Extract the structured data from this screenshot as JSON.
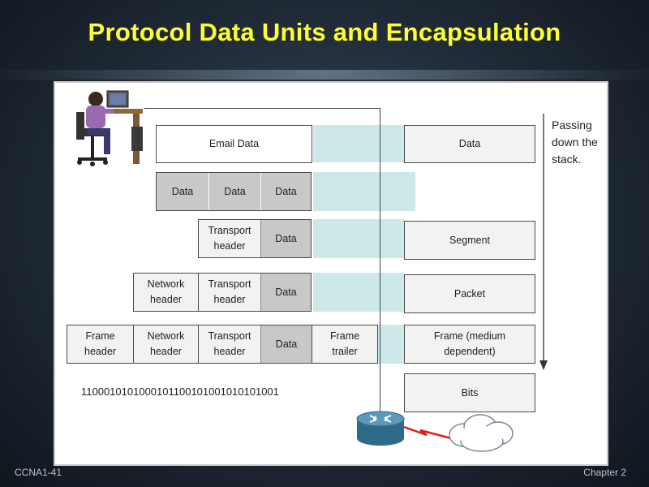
{
  "title": "Protocol Data Units and Encapsulation",
  "footer": {
    "left": "CCNA1-41",
    "right": "Chapter 2"
  },
  "diagram": {
    "row1": {
      "email_data": "Email Data"
    },
    "row2": {
      "cells": [
        "Data",
        "Data",
        "Data"
      ]
    },
    "row3": {
      "transport_header": "Transport\nheader",
      "data": "Data"
    },
    "row4": {
      "network_header": "Network\nheader",
      "transport_header": "Transport\nheader",
      "data": "Data"
    },
    "row5": {
      "frame_header": "Frame\nheader",
      "network_header": "Network\nheader",
      "transport_header": "Transport\nheader",
      "data": "Data",
      "frame_trailer": "Frame\ntrailer"
    },
    "bits_string": "1100010101000101100101001010101001",
    "pdu_labels": [
      "Data",
      "Segment",
      "Packet",
      "Frame (medium\ndependent)",
      "Bits"
    ],
    "passing_note": "Passing\ndown the\nstack."
  },
  "colors": {
    "title": "#ffff33",
    "teal_band": "#cce8e8",
    "header_cell": "#f2f2f2",
    "data_cell": "#c8c8c8"
  },
  "icons": [
    "user-at-computer-icon",
    "router-icon",
    "network-cloud-icon",
    "down-arrow-icon"
  ]
}
